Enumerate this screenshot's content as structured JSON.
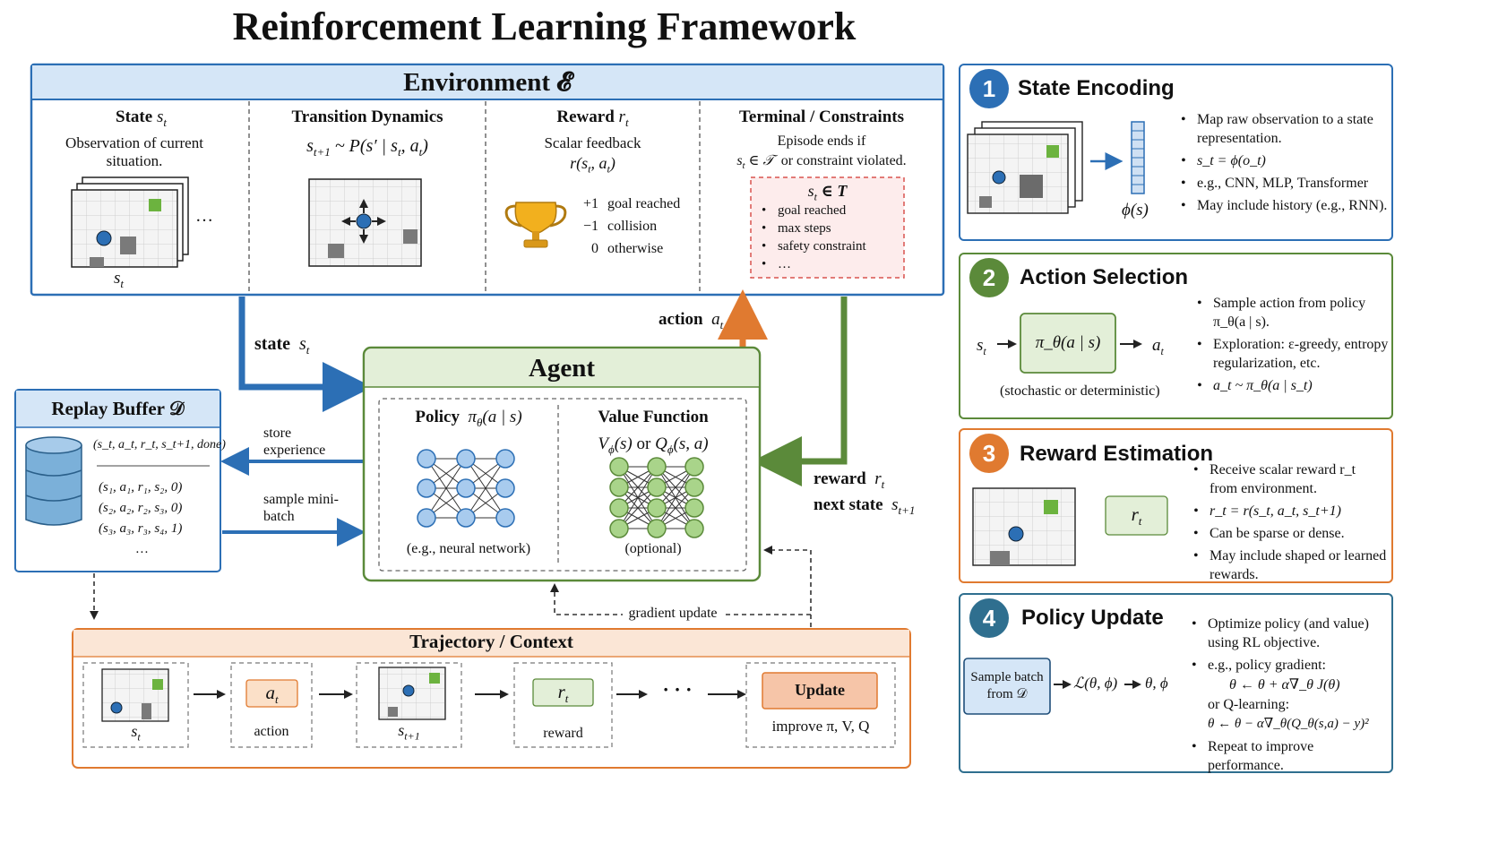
{
  "title": "Reinforcement Learning Framework",
  "colors": {
    "blue": "#2c6fb5",
    "green": "#5b8a3a",
    "orange": "#e07a30",
    "navy": "#1f4e79",
    "teal": "#2f6f8f"
  },
  "environment": {
    "title": "Environment 𝓔",
    "state": {
      "heading": "State",
      "var": "s",
      "sub": "t",
      "desc": "Observation of current situation.",
      "caption_var": "s",
      "caption_sub": "t",
      "dots": "…"
    },
    "transition": {
      "heading": "Transition Dynamics",
      "formula": "s",
      "formula_sub": "t+1",
      "formula_rest": " ~ P(s′ | s",
      "formula_sub2": "t",
      "formula_rest2": ", a",
      "formula_sub3": "t",
      "formula_end": ")"
    },
    "reward": {
      "heading": "Reward",
      "var": "r",
      "sub": "t",
      "desc1": "Scalar feedback",
      "desc2": "r(s",
      "desc2_sub": "t",
      "desc2_rest": ", a",
      "desc2_sub2": "t",
      "desc2_end": ")",
      "rows": [
        {
          "val": "+1",
          "label": "goal reached"
        },
        {
          "val": "−1",
          "label": "collision"
        },
        {
          "val": "0",
          "label": "otherwise"
        }
      ]
    },
    "terminal": {
      "heading": "Terminal / Constraints",
      "desc1": "Episode ends if",
      "desc2_a": "s",
      "desc2_sub": "t",
      "desc2_b": " ∈ 𝒯",
      "desc2_c": "or constraint violated.",
      "box_title_a": "s",
      "box_title_sub": "t",
      "box_title_b": " ∈ T",
      "items": [
        "goal reached",
        "max steps",
        "safety constraint",
        "…"
      ]
    }
  },
  "arrows": {
    "state_label": "state",
    "state_var": "s",
    "state_sub": "t",
    "action_label": "action",
    "action_var": "a",
    "action_sub": "t",
    "reward_label": "reward",
    "reward_var": "r",
    "reward_sub": "t",
    "next_label": "next state",
    "next_var": "s",
    "next_sub": "t+1",
    "store_label": "store experience",
    "sample_label": "sample mini-batch",
    "gradient_label": "gradient update"
  },
  "agent": {
    "title": "Agent",
    "policy": {
      "heading": "Policy",
      "formula": "π",
      "sub": "θ",
      "rest": "(a | s)",
      "caption": "(e.g., neural network)"
    },
    "value": {
      "heading": "Value Function",
      "f1": "V",
      "s1": "ϕ",
      "r1": "(s)",
      "or": "or",
      "f2": "Q",
      "s2": "ϕ",
      "r2": "(s, a)",
      "caption": "(optional)"
    }
  },
  "replay": {
    "title": "Replay Buffer 𝒟",
    "header": "(s_t, a_t, r_t, s_t+1, done)",
    "rows": [
      "(s₁, a₁, r₁, s₂, 0)",
      "(s₂, a₂, r₂, s₃, 0)",
      "(s₃, a₃, r₃, s₄, 1)",
      "…"
    ]
  },
  "trajectory": {
    "title": "Trajectory / Context",
    "items": [
      {
        "caption": "s",
        "sub": "t"
      },
      {
        "box": "a",
        "boxsub": "t",
        "caption": "action"
      },
      {
        "caption": "s",
        "sub": "t+1"
      },
      {
        "box": "r",
        "boxsub": "t",
        "caption": "reward"
      }
    ],
    "dots": "· · ·",
    "update_label": "Update",
    "update_caption": "improve π, V, Q"
  },
  "steps": [
    {
      "num": "1",
      "title": "State Encoding",
      "phi_label": "ϕ(s)",
      "bullets": [
        "Map raw observation to a state representation.",
        "s_t = ϕ(o_t)",
        "e.g., CNN, MLP, Transformer",
        "May include history (e.g., RNN)."
      ]
    },
    {
      "num": "2",
      "title": "Action Selection",
      "in_var": "s",
      "in_sub": "t",
      "box": "π_θ(a | s)",
      "out_var": "a",
      "out_sub": "t",
      "caption": "(stochastic or deterministic)",
      "bullets": [
        "Sample action from policy π_θ(a | s).",
        "Exploration: ε-greedy, entropy regularization, etc.",
        "a_t ~ π_θ(a | s_t)"
      ]
    },
    {
      "num": "3",
      "title": "Reward Estimation",
      "box_var": "r",
      "box_sub": "t",
      "bullets": [
        "Receive scalar reward r_t from environment.",
        "r_t = r(s_t, a_t, s_t+1)",
        "Can be sparse or dense.",
        "May include shaped or learned rewards."
      ]
    },
    {
      "num": "4",
      "title": "Policy Update",
      "box": "Sample batch from 𝒟",
      "loss": "ℒ(θ, ϕ)",
      "params": "θ, ϕ",
      "bullets": [
        "Optimize policy (and value) using RL objective.",
        "e.g., policy gradient:",
        "θ ← θ + α∇_θ J(θ)",
        "or Q-learning:",
        "θ ← θ − α∇_θ(Q_θ(s,a) − y)²",
        "Repeat to improve performance."
      ]
    }
  ]
}
